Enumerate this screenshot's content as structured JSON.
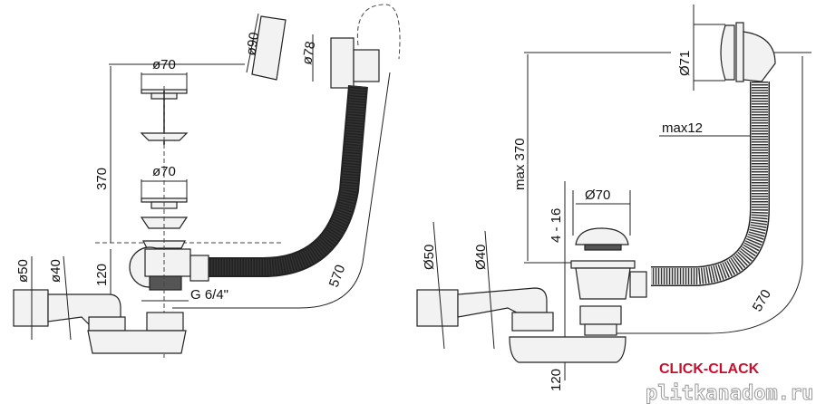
{
  "left_diagram": {
    "labels": {
      "overflow_diameter": "ø90",
      "overflow_nut_diameter": "ø78",
      "plug_top_diameter": "ø70",
      "plug_lower_diameter": "ø70",
      "height": "370",
      "trap_height": "120",
      "outlet_outer": "ø50",
      "outlet_inner": "ø40",
      "thread": "G 6/4\"",
      "hose_length": "570"
    }
  },
  "right_diagram": {
    "labels": {
      "overflow_diameter": "Ø71",
      "max_height": "max 370",
      "max_wall": "max12",
      "plug_diameter": "Ø70",
      "plug_range": "4 - 16",
      "outlet_outer": "Ø50",
      "outlet_inner": "Ø40",
      "hose_length": "570",
      "trap_height": "120"
    }
  },
  "brand_label": "CLICK-CLACK",
  "watermark": "plitkanadom.ru",
  "colors": {
    "brand": "#c8102e",
    "line": "#222222"
  }
}
